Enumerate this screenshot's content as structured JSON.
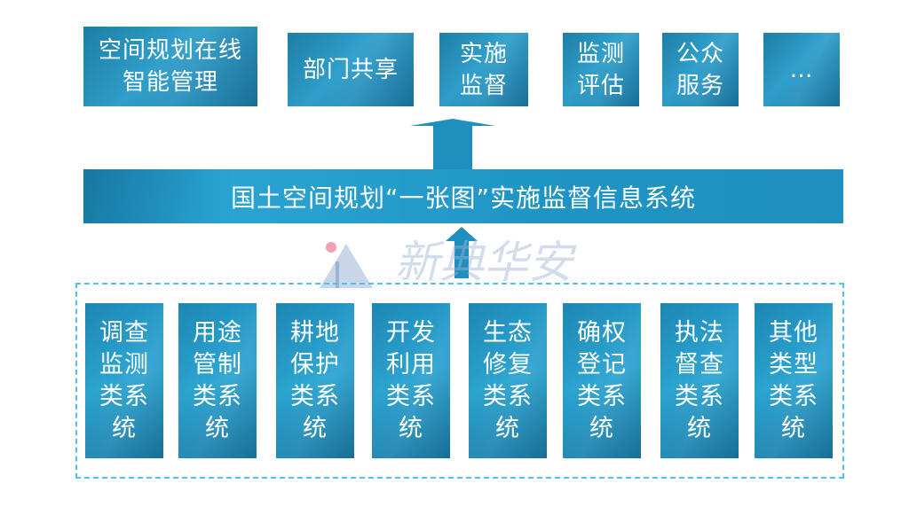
{
  "top_boxes": [
    {
      "lines": [
        "空间规划在线",
        "智能管理"
      ]
    },
    {
      "lines": [
        "部门共享"
      ]
    },
    {
      "lines": [
        "实施",
        "监督"
      ]
    },
    {
      "lines": [
        "监测",
        "评估"
      ]
    },
    {
      "lines": [
        "公众",
        "服务"
      ]
    },
    {
      "lines": [
        "…"
      ]
    }
  ],
  "center_bar": {
    "label": "国土空间规划“一张图”实施监督信息系统"
  },
  "bottom_boxes": [
    {
      "lines": [
        "调查",
        "监测",
        "类系",
        "统"
      ]
    },
    {
      "lines": [
        "用途",
        "管制",
        "类系",
        "统"
      ]
    },
    {
      "lines": [
        "耕地",
        "保护",
        "类系",
        "统"
      ]
    },
    {
      "lines": [
        "开发",
        "利用",
        "类系",
        "统"
      ]
    },
    {
      "lines": [
        "生态",
        "修复",
        "类系",
        "统"
      ]
    },
    {
      "lines": [
        "确权",
        "登记",
        "类系",
        "统"
      ]
    },
    {
      "lines": [
        "执法",
        "督查",
        "类系",
        "统"
      ]
    },
    {
      "lines": [
        "其他",
        "类型",
        "类系",
        "统"
      ]
    }
  ],
  "watermark": {
    "text": "新典华安"
  },
  "colors": {
    "box": "#2296c4",
    "dash": "#4fc3ec",
    "arrow": "#1f8fbd"
  }
}
